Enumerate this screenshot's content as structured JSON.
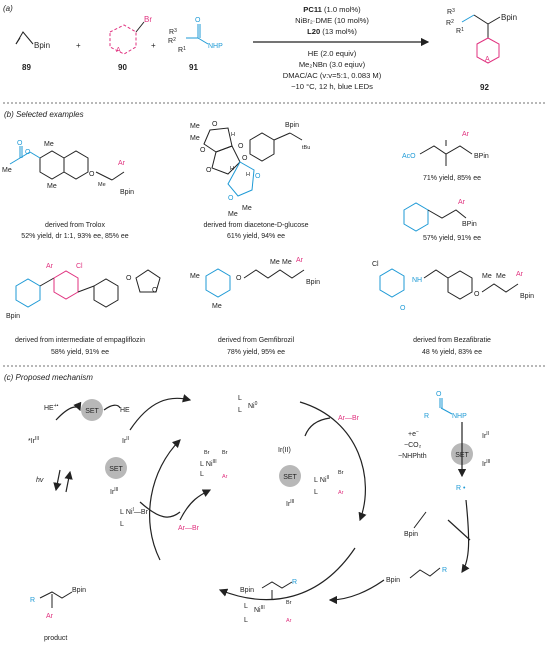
{
  "section_a": {
    "label": "(a)",
    "compound_ids": [
      "89",
      "90",
      "91",
      "92"
    ],
    "reagent_89": "Bpin",
    "reagent_90_atoms": [
      "Br",
      "A"
    ],
    "reagent_91_atoms": [
      "R",
      "3",
      "R",
      "2",
      "R",
      "1",
      "O",
      "NHP"
    ],
    "product_92_atoms": [
      "R",
      "3",
      "R",
      "2",
      "R",
      "1",
      "Bpin",
      "A"
    ],
    "conditions_above": [
      {
        "bold": "PC11",
        "rest": " (1.0 mol%)"
      },
      {
        "bold": "",
        "rest": "NiBr₂·DME (10 mol%)"
      },
      {
        "bold": "L20",
        "rest": " (13 mol%)"
      }
    ],
    "conditions_below": [
      "HE (2.0 equiv)",
      "Me₂NBn (3.0 eqiuv)",
      "DMAC/AC (v:v=5:1, 0.083 M)",
      "−10 °C, 12 h, blue LEDs"
    ]
  },
  "section_b": {
    "label": "(b) Selected examples",
    "examples": [
      {
        "source": "derived from Trolox",
        "result": "52% yield, dr 1:1, 93% ee, 85% ee"
      },
      {
        "source": "derived from diacetone-D-glucose",
        "result": "61% yield,  94% ee"
      },
      {
        "source": "",
        "result": "71% yield,  85% ee"
      },
      {
        "source": "",
        "result": "57% yield,  91% ee"
      },
      {
        "source": "derived from intermediate of empagliflozin",
        "result": "58% yield,  91% ee"
      },
      {
        "source": "derived from Gemfibrozil",
        "result": "78% yield,  95% ee"
      },
      {
        "source": "derived from Bezafibratie",
        "result": "48 % yield, 83% ee"
      }
    ],
    "atom_labels": {
      "trolox": [
        "Me",
        "O",
        "O",
        "Me",
        "O",
        "Me",
        "Bpin",
        "Ar",
        "Me"
      ],
      "glucose": [
        "Me",
        "Me",
        "O",
        "O",
        "H",
        "O",
        "O",
        "H",
        "O",
        "O",
        "O",
        "H",
        "Me",
        "Me",
        "Bpin",
        "tBu"
      ],
      "ester": [
        "AcO",
        "Ar",
        "BPin"
      ],
      "cyclohexyl": [
        "Ar",
        "BPin"
      ],
      "empagliflozin": [
        "Ar",
        "Cl",
        "O",
        "O",
        "Bpin"
      ],
      "gemfibrozil": [
        "Me",
        "Me",
        "O",
        "Me",
        "Me",
        "Ar",
        "Bpin"
      ],
      "bezafibrate": [
        "Cl",
        "O",
        "NH",
        "O",
        "Me",
        "Me",
        "Ar",
        "Bpin"
      ]
    }
  },
  "section_c": {
    "label": "(c) Proposed mechanism",
    "set_label": "SET",
    "species": {
      "he_rad": "HE",
      "he": "HE",
      "ir_star": "*Ir",
      "ir_II_a": "Ir",
      "ir_III_a": "Ir",
      "hv": "hv",
      "ni0": "Ni",
      "niI": "Ni",
      "niIII_a": "Ni",
      "niII_a": "Ni",
      "irII_paren": "Ir(II)",
      "ir_III_b": "Ir",
      "arbr_1": "Ar—Br",
      "arbr_2": "Ar—Br",
      "amide_atoms": [
        "O",
        "R",
        "NHP"
      ],
      "e_minus": "+e",
      "co2": "−CO₂",
      "nhphth": "−NHPhth",
      "ir_II_b": "Ir",
      "ir_III_c": "Ir",
      "r_rad": "R",
      "bpin_vinyl": "Bpin",
      "bpin_rad": "Bpin",
      "r_alkyl": "R",
      "niIII_b": "Ni",
      "product": "product",
      "product_atoms": [
        "R",
        "Bpin",
        "Ar"
      ]
    }
  }
}
